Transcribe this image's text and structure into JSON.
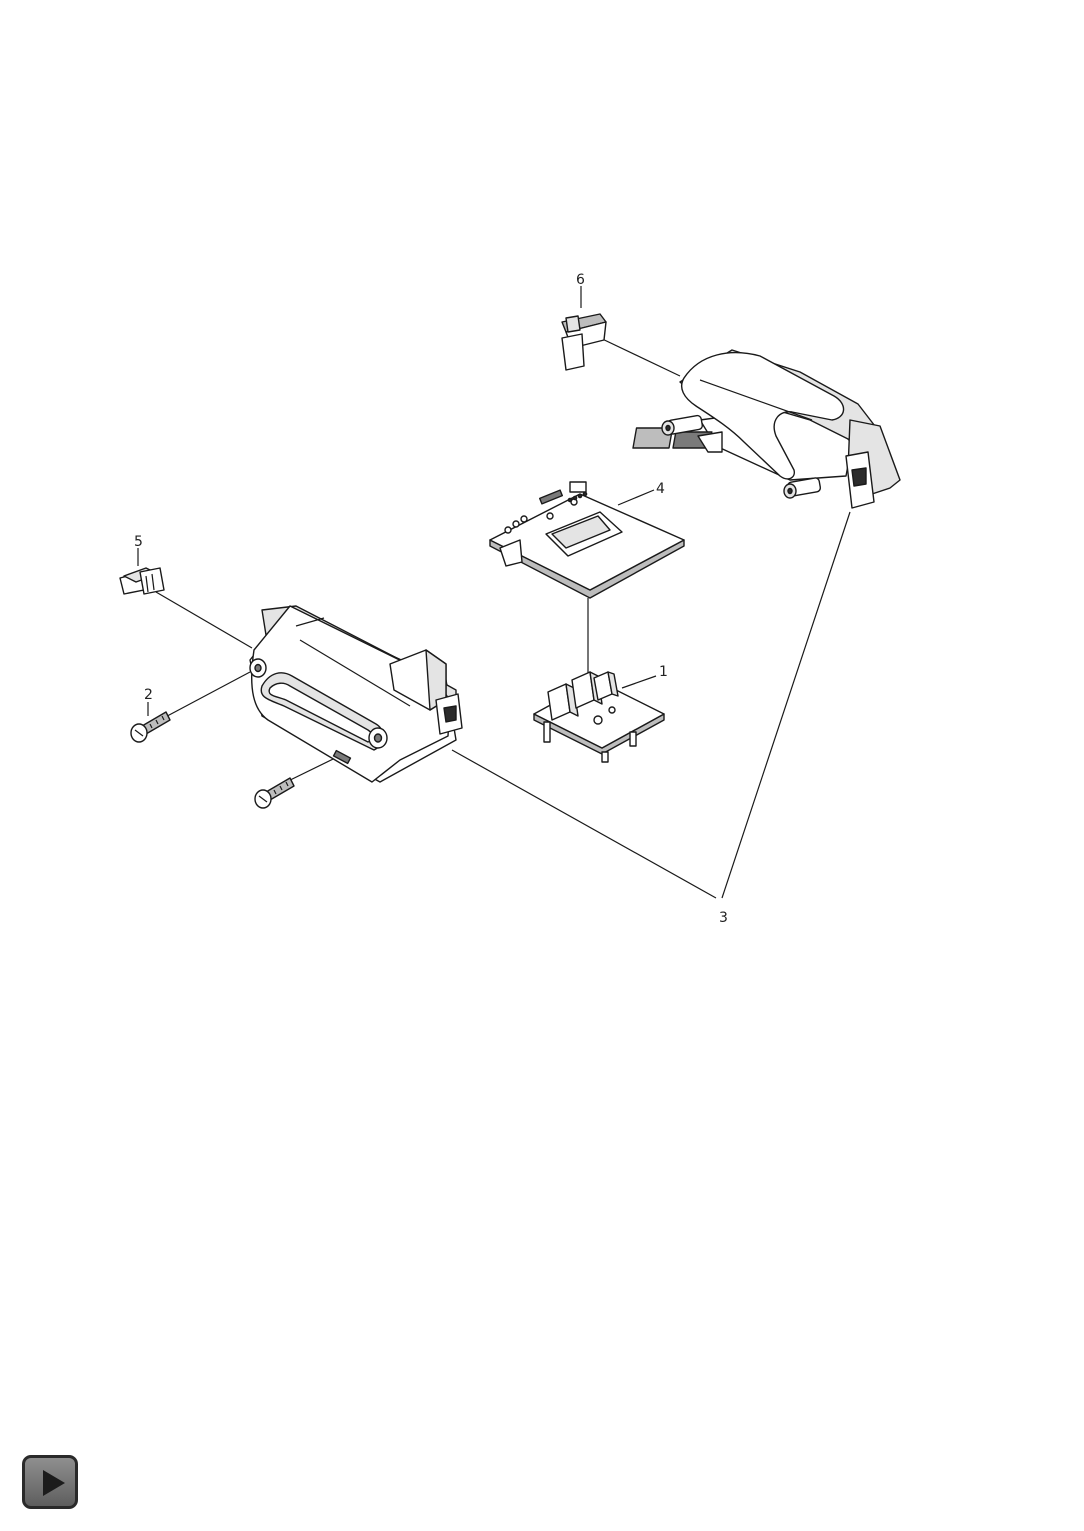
{
  "diagram": {
    "callouts": {
      "part1": "1",
      "part2": "2",
      "part3": "3",
      "part4": "4",
      "part5": "5",
      "part6": "6"
    }
  },
  "nav": {
    "play_icon": "play-icon"
  }
}
